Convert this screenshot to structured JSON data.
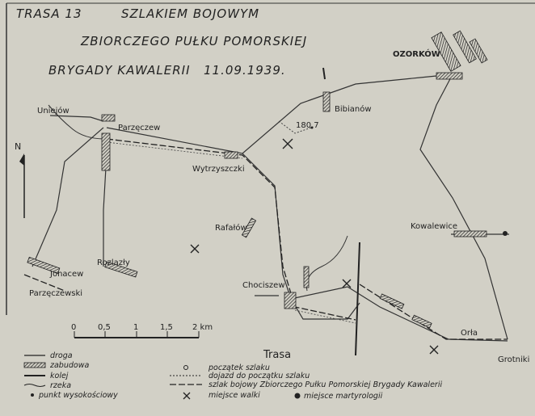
{
  "title": {
    "route": "TRASA 13",
    "line1": "SZLAKIEM BOJOWYM",
    "line2": "ZBIORCZEGO PUŁKU POMORSKIEJ",
    "line3": "BRYGADY KAWALERII",
    "date": "11.09.1939."
  },
  "places": {
    "ozorkow": "OZORKÓW",
    "bibianow": "Bibianów",
    "uniejow": "Uniejów",
    "parzeczew": "Parzęczew",
    "wytrzyszczki": "Wytrzyszczki",
    "elev": "180,7",
    "rafalow": "Rafałów",
    "kowalewice": "Kowalewice",
    "jonacew": "Jonacew",
    "rozlazly": "Rozlazły",
    "parzeczewski": "Parzęczewski",
    "chociszew": "Chociszew",
    "orla": "Orła",
    "grotniki": "Grotniki"
  },
  "north": "N",
  "scale": {
    "ticks": [
      "0",
      "0,5",
      "1",
      "1,5",
      "2 km"
    ]
  },
  "legend": {
    "heading": "Trasa",
    "road": "droga",
    "buildings": "zabudowa",
    "railway": "kolej",
    "river": "rzeka",
    "elevation": "punkt wysokościowy",
    "trail_start": "początek szlaku",
    "access": "dojazd do początku szlaku",
    "battle_trail": "szlak bojowy Zbiorczego Pułku Pomorskiej Brygady Kawalerii",
    "battle_site": "miejsce walki",
    "martyrdom": "miejsce martyrologii"
  }
}
